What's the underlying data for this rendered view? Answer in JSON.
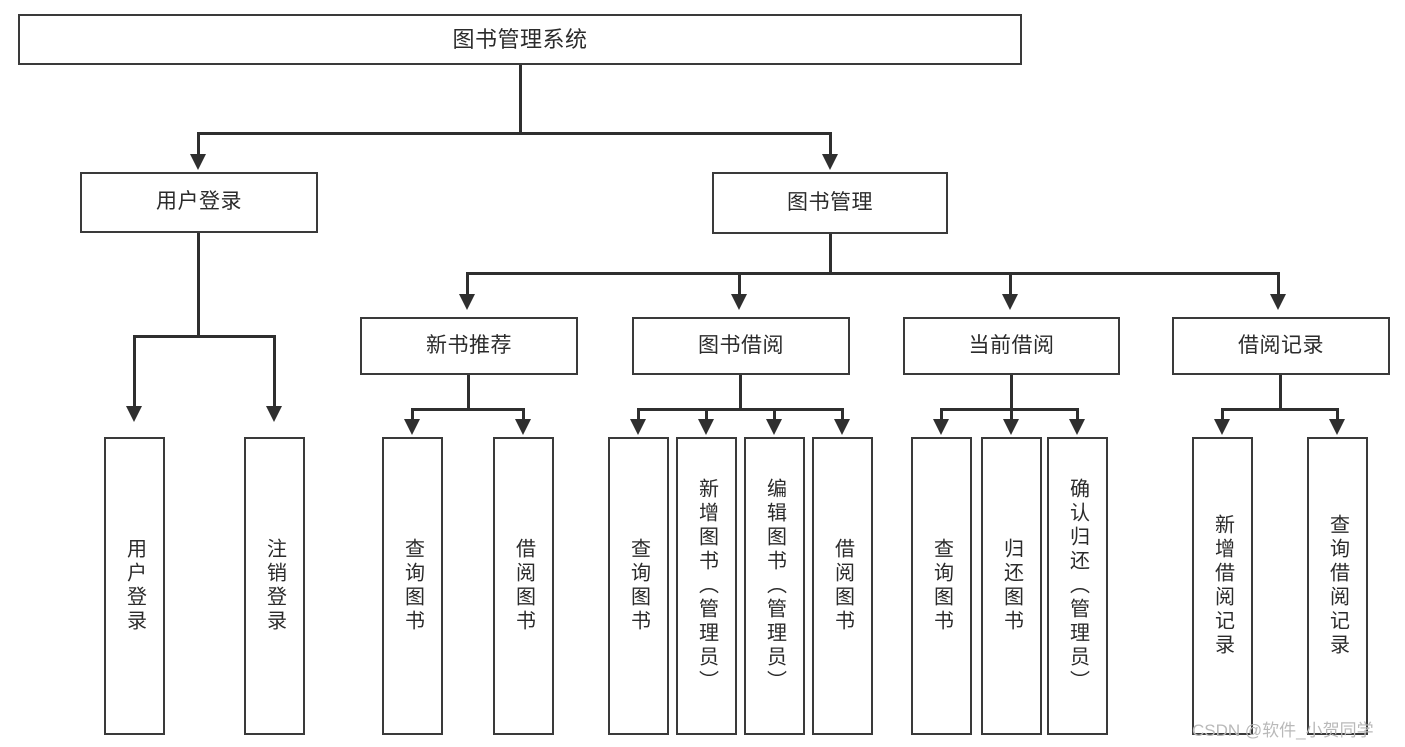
{
  "diagram": {
    "type": "tree",
    "title": "图书管理系统",
    "orientation": "top-down",
    "levels": 4,
    "watermark": "CSDN @软件_小贺同学",
    "colors": {
      "box_border": "#3a3a3a",
      "connector": "#2f2f2f",
      "background": "#ffffff",
      "text": "#2b2b2b",
      "watermark": "#b9b9b9"
    }
  },
  "root": {
    "label": "图书管理系统"
  },
  "level1": [
    {
      "label": "用户登录"
    },
    {
      "label": "图书管理"
    }
  ],
  "level2": [
    {
      "label": "新书推荐"
    },
    {
      "label": "图书借阅"
    },
    {
      "label": "当前借阅"
    },
    {
      "label": "借阅记录"
    }
  ],
  "leaves": {
    "user_login": [
      {
        "label": "用户登录"
      },
      {
        "label": "注销登录"
      }
    ],
    "new_book_recommend": [
      {
        "label": "查询图书"
      },
      {
        "label": "借阅图书"
      }
    ],
    "book_borrow": [
      {
        "label": "查询图书"
      },
      {
        "label": "新增图书（管理员）"
      },
      {
        "label": "编辑图书（管理员）"
      },
      {
        "label": "借阅图书"
      }
    ],
    "current_borrow": [
      {
        "label": "查询图书"
      },
      {
        "label": "归还图书"
      },
      {
        "label": "确认归还（管理员）"
      }
    ],
    "borrow_records": [
      {
        "label": "新增借阅记录"
      },
      {
        "label": "查询借阅记录"
      }
    ]
  }
}
